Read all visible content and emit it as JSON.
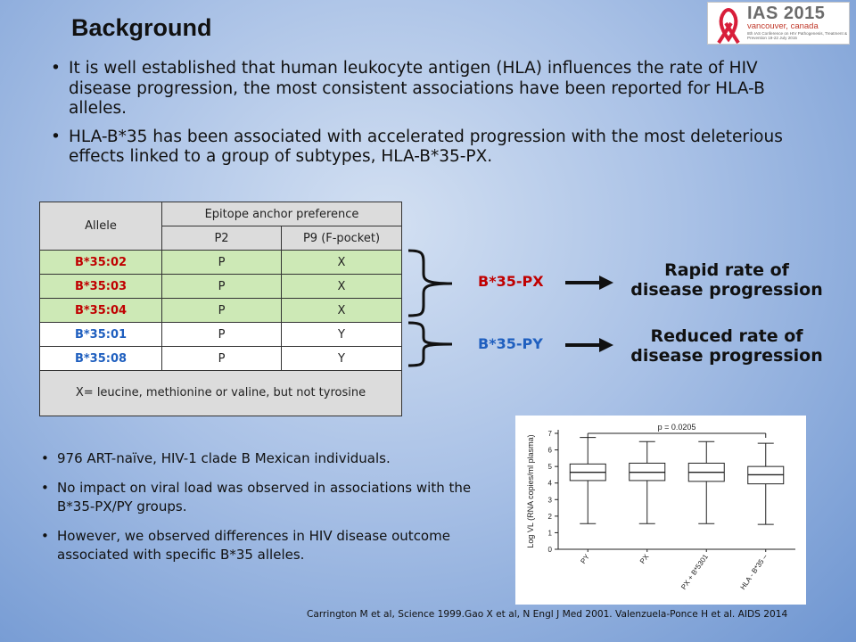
{
  "title": "Background",
  "logo": {
    "main": "IAS 2015",
    "sub": "vancouver, canada",
    "tiny": "8th IAS Conference on HIV Pathogenesis, Treatment & Prevention 19-22 July 2015"
  },
  "bullets_top": [
    "It is well established that human leukocyte antigen (HLA) influences the rate of HIV disease progression, the most consistent associations have been reported for HLA-B alleles.",
    "HLA-B*35 has been associated with accelerated progression with the most deleterious effects linked to a group of subtypes, HLA-B*35-PX."
  ],
  "table": {
    "allele_header": "Allele",
    "epitope_header": "Epitope anchor preference",
    "p2_header": "P2",
    "p9_header": "P9 (F-pocket)",
    "rows": [
      {
        "allele": "B*35:02",
        "p2": "P",
        "p9": "X"
      },
      {
        "allele": "B*35:03",
        "p2": "P",
        "p9": "X"
      },
      {
        "allele": "B*35:04",
        "p2": "P",
        "p9": "X"
      },
      {
        "allele": "B*35:01",
        "p2": "P",
        "p9": "Y"
      },
      {
        "allele": "B*35:08",
        "p2": "P",
        "p9": "Y"
      }
    ],
    "note": "X= leucine, methionine or valine, but not tyrosine"
  },
  "groups": {
    "px_label": "B*35-PX",
    "py_label": "B*35-PY",
    "px_outcome_line1": "Rapid rate of",
    "px_outcome_line2": "disease progression",
    "py_outcome_line1": "Reduced rate of",
    "py_outcome_line2": "disease progression"
  },
  "bullets_bottom": [
    "976 ART-naïve, HIV-1 clade B Mexican individuals.",
    "No impact on viral load was observed in associations with the B*35-PX/PY groups.",
    "However, we observed differences in HIV disease outcome associated with specific B*35 alleles."
  ],
  "chart_data": {
    "type": "box",
    "categories": [
      "PY",
      "PX",
      "PX + B*5301",
      "HLA - B*35 –"
    ],
    "ylabel": "Log VL (RNA copies/ml plasma)",
    "ylim": [
      0,
      7
    ],
    "yticks": [
      "0",
      "1",
      "2",
      "3",
      "4",
      "5",
      "6",
      "7"
    ],
    "annotation": "p = 0.0205",
    "boxes": [
      {
        "min": 1.55,
        "q1": 4.15,
        "median": 4.65,
        "q3": 5.15,
        "max": 6.75
      },
      {
        "min": 1.55,
        "q1": 4.15,
        "median": 4.65,
        "q3": 5.2,
        "max": 6.5
      },
      {
        "min": 1.55,
        "q1": 4.1,
        "median": 4.65,
        "q3": 5.2,
        "max": 6.5
      },
      {
        "min": 1.5,
        "q1": 3.95,
        "median": 4.5,
        "q3": 5.0,
        "max": 6.4
      }
    ]
  },
  "citation": "Carrington M et al, Science 1999.Gao X et al, N Engl J Med 2001. Valenzuela-Ponce H et al. AIDS 2014",
  "colors": {
    "px": "#c00000",
    "py": "#1f5fbf",
    "px_row": "#cde9b6",
    "header": "#dcdcdc"
  }
}
